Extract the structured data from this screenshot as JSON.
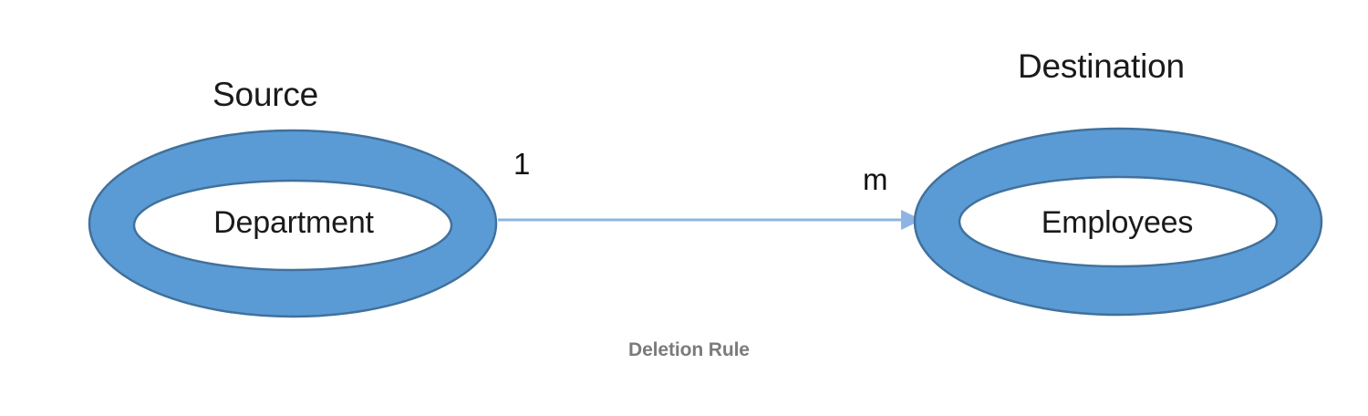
{
  "diagram": {
    "type": "entity-relationship",
    "title": "Deletion Rule",
    "background_color": "#FFFFFF",
    "entity_fill_color": "#5B9BD5",
    "entity_stroke_color": "#41719C",
    "entity_hole_color": "#FFFFFF",
    "connector_color": "#8EB4E3",
    "caption_color": "#7B7B7B",
    "text_color": "#1A1A1A"
  },
  "nodes": [
    {
      "id": "source",
      "role_label": "Source",
      "entity_label": "Department",
      "shape": "donut-ellipse"
    },
    {
      "id": "destination",
      "role_label": "Destination",
      "entity_label": "Employees",
      "shape": "donut-ellipse"
    }
  ],
  "relationship": {
    "from": "Department",
    "to": "Employees",
    "source_cardinality": "1",
    "destination_cardinality": "m",
    "direction": "left-to-right",
    "arrow_head": "filled-triangle"
  },
  "caption": {
    "text": "Deletion Rule"
  }
}
